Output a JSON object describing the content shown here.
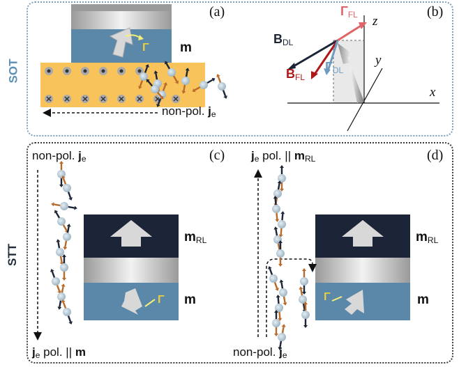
{
  "panels": {
    "sot": {
      "label": "SOT",
      "color": "#5b8fb3"
    },
    "stt": {
      "label": "STT",
      "color": "#1f2a3a"
    }
  },
  "panel_labels": {
    "a": "(a)",
    "b": "(b)",
    "c": "(c)",
    "d": "(d)"
  },
  "a": {
    "m": "m",
    "gamma": "Γ",
    "current_prefix": "non-pol. ",
    "current_j": "j",
    "current_sub": "e"
  },
  "b": {
    "B_DL": "B",
    "B_DL_sub": "DL",
    "B_FL": "B",
    "B_FL_sub": "FL",
    "Gamma_FL": "Γ",
    "Gamma_FL_sub": "FL",
    "Gamma_DL": "Γ",
    "Gamma_DL_sub": "DL",
    "x": "x",
    "y": "y",
    "z": "z"
  },
  "c": {
    "top_prefix": "non-pol. ",
    "top_j": "j",
    "top_sub": "e",
    "mRL": "m",
    "mRL_sub": "RL",
    "m": "m",
    "gamma": "Γ",
    "bottom_j": "j",
    "bottom_sub": "e",
    "bottom_mid": " pol. || ",
    "bottom_m": "m"
  },
  "d": {
    "top_j": "j",
    "top_sub": "e",
    "top_mid": " pol. || ",
    "top_m": "m",
    "top_m_sub": "RL",
    "mRL": "m",
    "mRL_sub": "RL",
    "m": "m",
    "gamma": "Γ",
    "bottom_prefix": "non-pol. ",
    "bottom_j": "j",
    "bottom_sub": "e"
  },
  "colors": {
    "steel_blue": "#5b87a8",
    "navy": "#1b2537",
    "yellow_band": "#f7c35a",
    "gamma_yellow": "#f4f07a",
    "red": "#b01818",
    "pink": "#e06468",
    "light_blue": "#6e9cc0"
  }
}
